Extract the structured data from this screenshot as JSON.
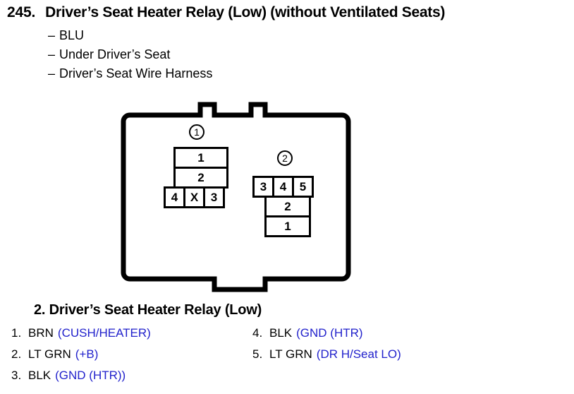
{
  "header": {
    "number": "245.",
    "title": "Driver’s Seat Heater Relay (Low) (without Ventilated Seats)",
    "dash": "–",
    "details": [
      "BLU",
      "Under Driver’s Seat",
      "Driver’s Seat Wire Harness"
    ]
  },
  "diagram": {
    "callouts": [
      {
        "label": "1"
      },
      {
        "label": "2"
      }
    ],
    "connector1": {
      "callout": "1",
      "stack": [
        "1",
        "2"
      ],
      "row": [
        "4",
        "X",
        "3"
      ]
    },
    "connector2": {
      "callout": "2",
      "row": [
        "3",
        "4",
        "5"
      ],
      "stack": [
        "2",
        "1"
      ]
    }
  },
  "legend": {
    "title": "2. Driver’s Seat Heater Relay (Low)",
    "circuit_color": "#2222cc",
    "left": [
      {
        "index": "1.",
        "wire": "BRN",
        "circuit": "(CUSH/HEATER)"
      },
      {
        "index": "2.",
        "wire": "LT GRN",
        "circuit": "(+B)"
      },
      {
        "index": "3.",
        "wire": "BLK",
        "circuit": "(GND (HTR))"
      }
    ],
    "right": [
      {
        "index": "4.",
        "wire": "BLK",
        "circuit": "(GND (HTR)"
      },
      {
        "index": "5.",
        "wire": "LT GRN",
        "circuit": "(DR H/Seat LO)"
      }
    ]
  }
}
